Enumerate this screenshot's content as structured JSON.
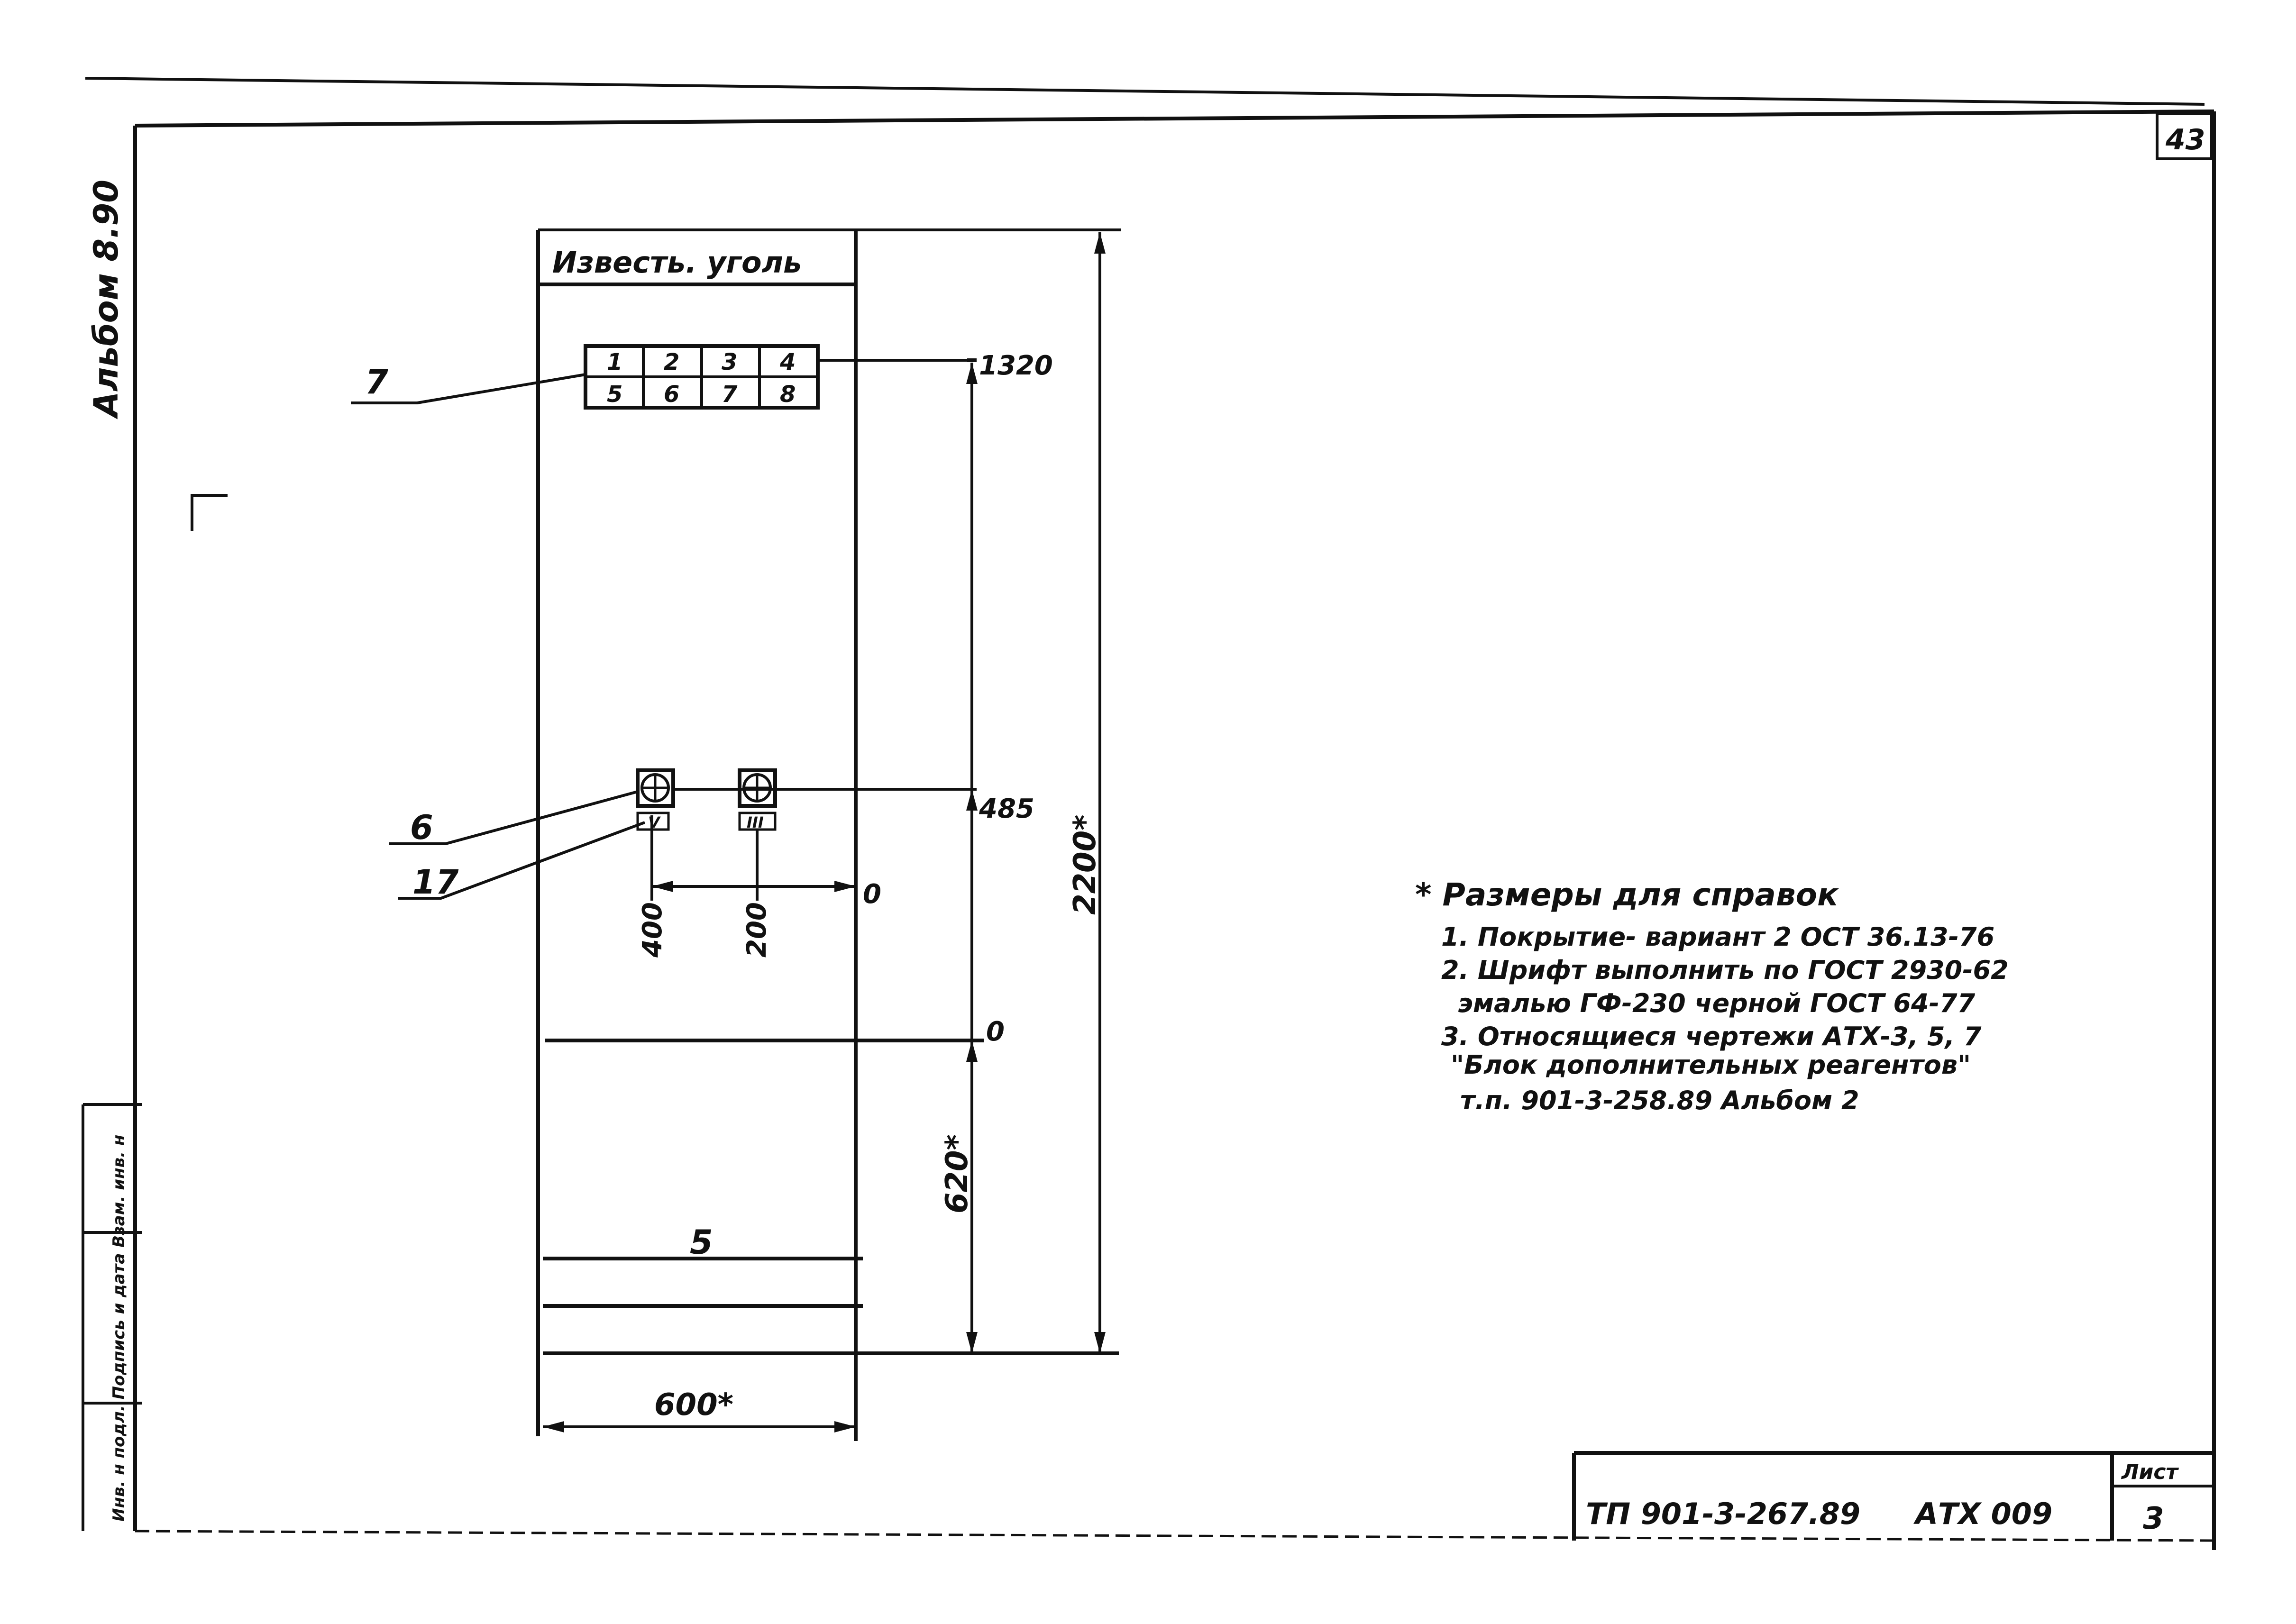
{
  "sheet": {
    "page_number": "43",
    "side_label": "Альбом 8.90",
    "left_strip_label": "Инв. н подл. Подпись и дата Взам. инв. н"
  },
  "panel": {
    "title": "Известь. уголь",
    "terminal_numbers": [
      "1",
      "2",
      "3",
      "4",
      "5",
      "6",
      "7",
      "8"
    ],
    "device_labels": [
      "V",
      "III"
    ],
    "leaders": {
      "terminal_block": "7",
      "device_upper": "6",
      "device_lower": "17",
      "bottom_band": "5"
    }
  },
  "dimensions": {
    "h_1320": "1320",
    "h_485": "485",
    "h_0": "0",
    "h_2200": "2200*",
    "h_620": "620*",
    "x_0": "0",
    "x_400": "400",
    "x_200": "200",
    "width_600": "600*"
  },
  "notes": {
    "header": "* Размеры для справок",
    "lines": [
      "1. Покрытие- вариант 2 ОСТ 36.13-76",
      "2. Шрифт выполнить по ГОСТ 2930-62",
      "эмалью ГФ-230 черной ГОСТ 64-77",
      "3. Относящиеся чертежи АТХ-3, 5, 7",
      "\"Блок дополнительных реагентов\"",
      "т.п. 901-3-258.89 Альбом 2"
    ]
  },
  "title_block": {
    "doc_code": "ТП 901-3-267.89",
    "drawing_code": "АТХ 009",
    "sheet_label": "Лист",
    "sheet_number": "3"
  }
}
